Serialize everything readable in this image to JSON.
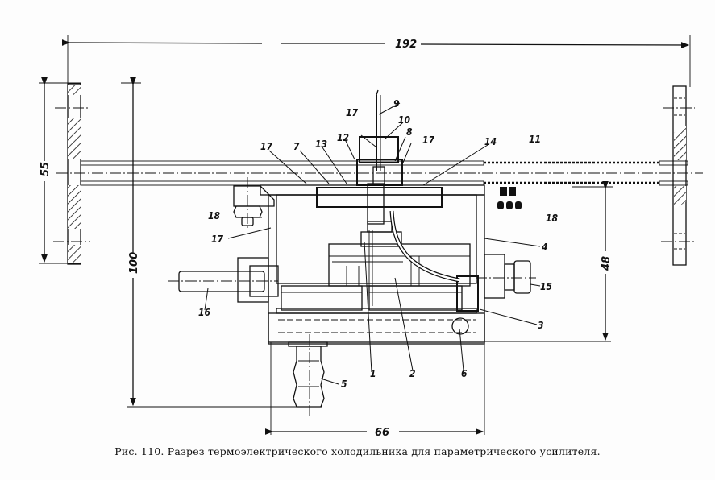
{
  "figure": {
    "caption": "Рис. 110. Разрез термоэлектрического холодильника для параметрического усилителя.",
    "dimensions": {
      "overall_length": "192",
      "flange_height": "55",
      "total_height": "100",
      "housing_width": "66",
      "housing_height": "48"
    },
    "part_labels": {
      "p1": "1",
      "p2": "2",
      "p3": "3",
      "p4": "4",
      "p5": "5",
      "p6": "6",
      "p7": "7",
      "p8": "8",
      "p9": "9",
      "p10": "10",
      "p11": "11",
      "p12": "12",
      "p13": "13",
      "p14": "14",
      "p15": "15",
      "p16": "16",
      "p17a": "17",
      "p17b": "17",
      "p17c": "17",
      "p17d": "17",
      "p18a": "18",
      "p18b": "18"
    }
  }
}
